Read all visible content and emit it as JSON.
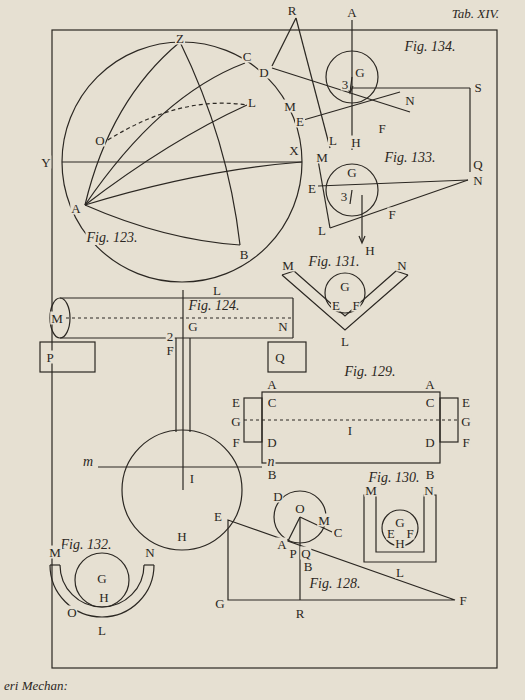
{
  "diagram": {
    "title": "Tab. XIV.",
    "caption": "eri Mechan:",
    "labels": [
      "Z",
      "C",
      "L",
      "O",
      "Y",
      "X",
      "A",
      "B",
      "Fig. 123.",
      "L",
      "Fig. 124.",
      "M",
      "G",
      "N",
      "2",
      "F",
      "P",
      "Q",
      "I",
      "m",
      "n",
      "H",
      "Fig. 132.",
      "M",
      "N",
      "G",
      "O",
      "H",
      "L",
      "R",
      "A",
      "Fig. 134.",
      "D",
      "M",
      "G",
      "3",
      "E",
      "N",
      "S",
      "L",
      "H",
      "F",
      "M",
      "Fig. 133.",
      "G",
      "3",
      "E",
      "N",
      "Q",
      "F",
      "L",
      "H",
      "M",
      "Fig. 131.",
      "N",
      "G",
      "E",
      "F",
      "L",
      "Fig. 129.",
      "A",
      "A",
      "E",
      "C",
      "C",
      "E",
      "G",
      "I",
      "G",
      "F",
      "D",
      "D",
      "F",
      "B",
      "B",
      "E",
      "D",
      "O",
      "M",
      "C",
      "A",
      "P",
      "Q",
      "B",
      "Fig. 128.",
      "G",
      "R",
      "F",
      "Fig. 130.",
      "M",
      "N",
      "G",
      "E",
      "F",
      "H",
      "L"
    ]
  }
}
